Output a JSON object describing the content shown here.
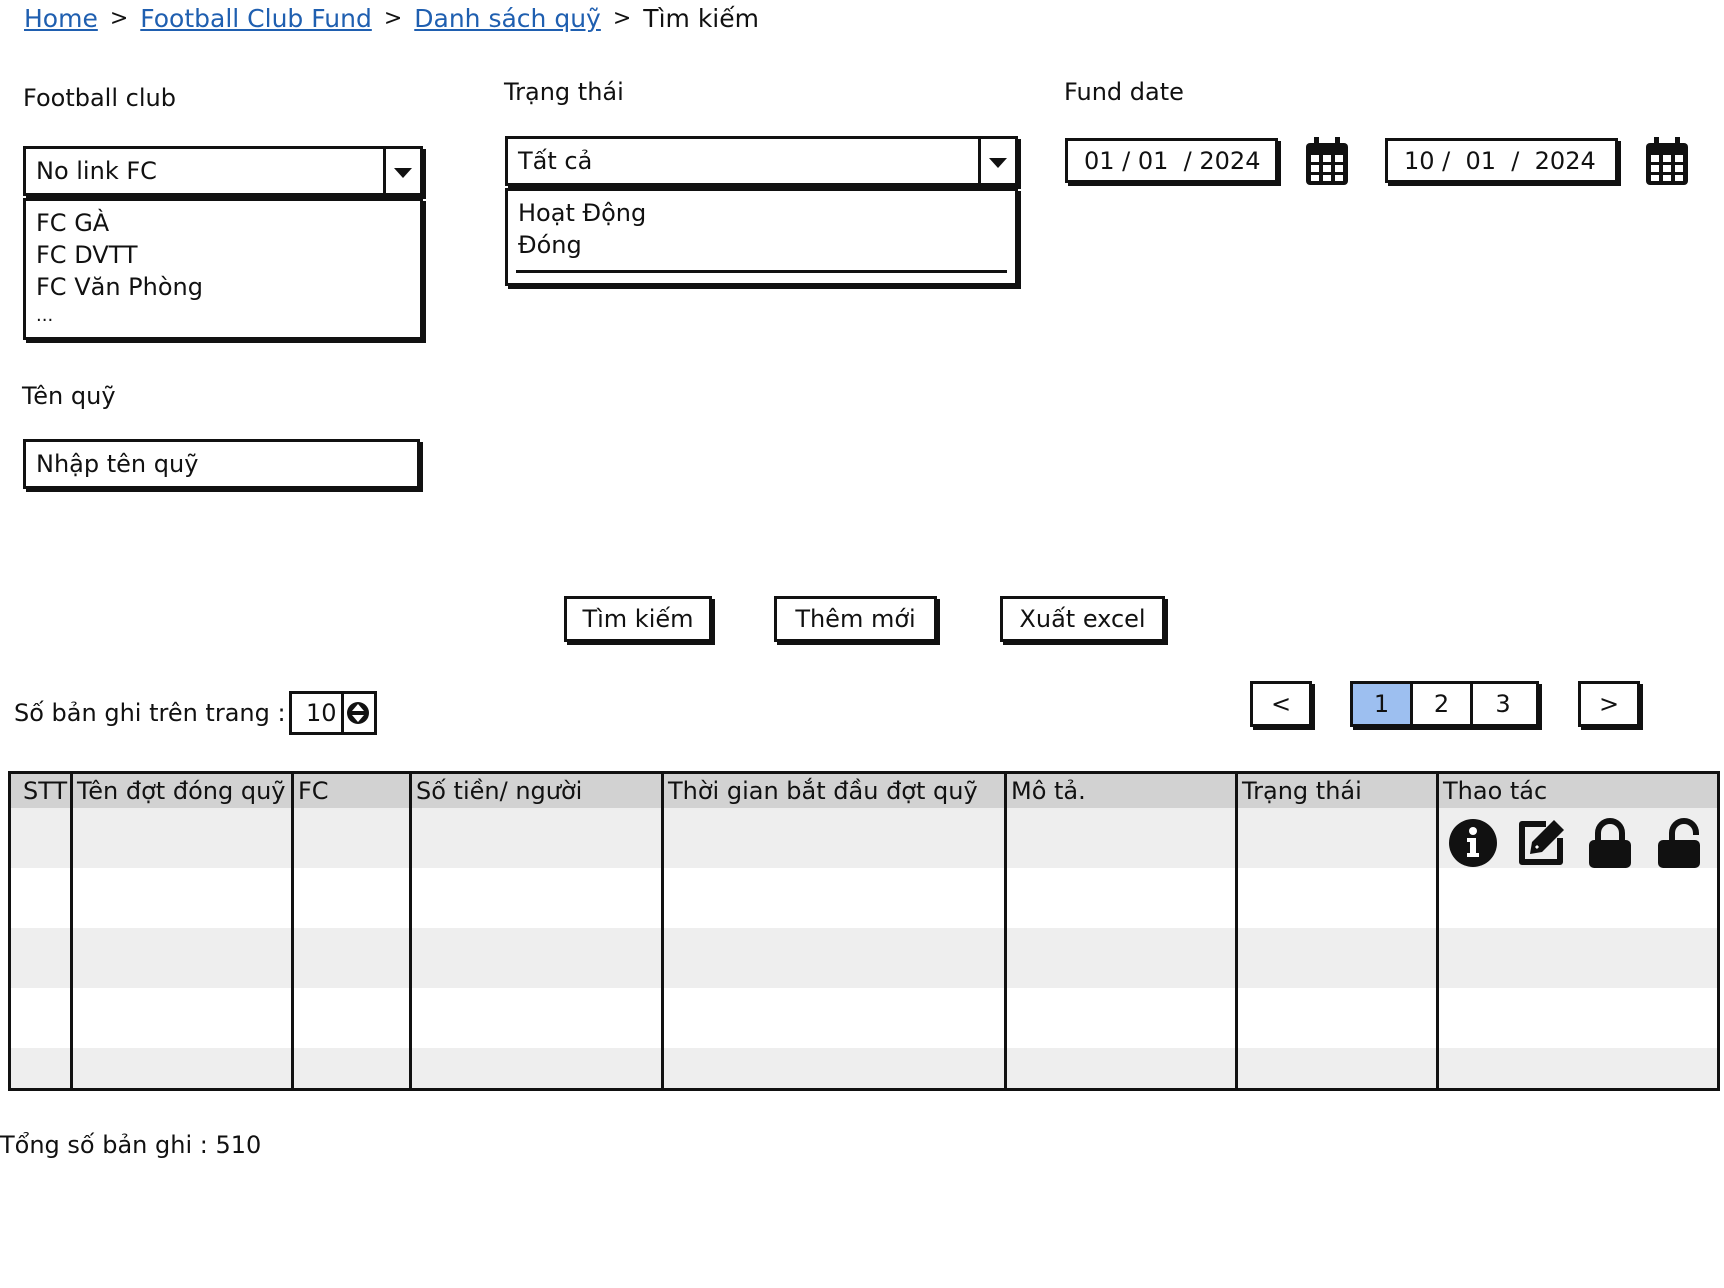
{
  "breadcrumb": {
    "home": "Home",
    "club_fund": "Football Club Fund",
    "fund_list": "Danh sách quỹ",
    "current": "Tìm kiếm",
    "separator": ">"
  },
  "filters": {
    "football_club": {
      "label": "Football club",
      "selected": "No link FC",
      "options": [
        "FC GÀ",
        "FC DVTT",
        "FC Văn Phòng",
        "..."
      ]
    },
    "status": {
      "label": "Trạng thái",
      "selected": "Tất cả",
      "options": [
        "Hoạt Động",
        "Đóng"
      ]
    },
    "fund_date": {
      "label": "Fund date",
      "from": "01 / 01  / 2024",
      "to": "10 /  01  /  2024"
    },
    "fund_name": {
      "label": "Tên quỹ",
      "placeholder": "Nhập tên quỹ"
    }
  },
  "actions": {
    "search": "Tìm kiếm",
    "add_new": "Thêm mới",
    "export_excel": "Xuất excel"
  },
  "paging": {
    "per_page_label": "Số bản ghi trên trang :",
    "per_page_value": "10",
    "prev": "<",
    "next": ">",
    "pages": [
      "1",
      "2",
      "3"
    ],
    "active_page": "1"
  },
  "table": {
    "headers": [
      "STT",
      "Tên đợt đóng quỹ",
      "FC",
      "Số tiền/ người",
      "Thời gian bắt đầu đợt quỹ",
      "Mô tả.",
      "Trạng thái",
      "Thao tác"
    ],
    "action_icons": [
      "info-icon",
      "edit-icon",
      "lock-icon",
      "unlock-icon"
    ]
  },
  "total": "Tổng số bản ghi : 510",
  "colors": {
    "link": "#1f5fb0",
    "active_page": "#9dbff0",
    "header_bg": "#d2d2d2",
    "row_shade": "#eeeeee"
  }
}
